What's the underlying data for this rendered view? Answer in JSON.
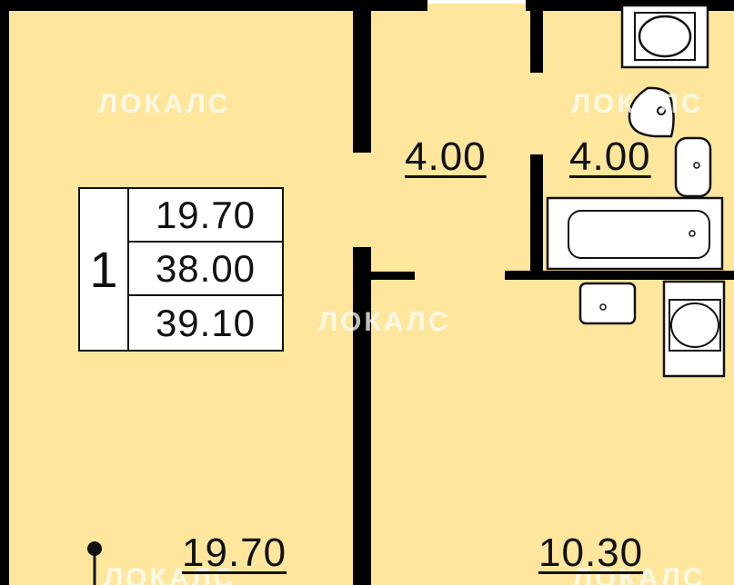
{
  "watermark": "ЛОКАЛС",
  "summary": {
    "rooms": "1",
    "living_area": "19.70",
    "total_area": "38.00",
    "total_area_with_balcony": "39.10"
  },
  "rooms": {
    "hall": "4.00",
    "bathroom": "4.00",
    "living_room": "19.70",
    "kitchen": "10.30"
  },
  "colors": {
    "background": "#fee79c",
    "walls": "#000000",
    "fixtures_fill": "#ffffff"
  }
}
